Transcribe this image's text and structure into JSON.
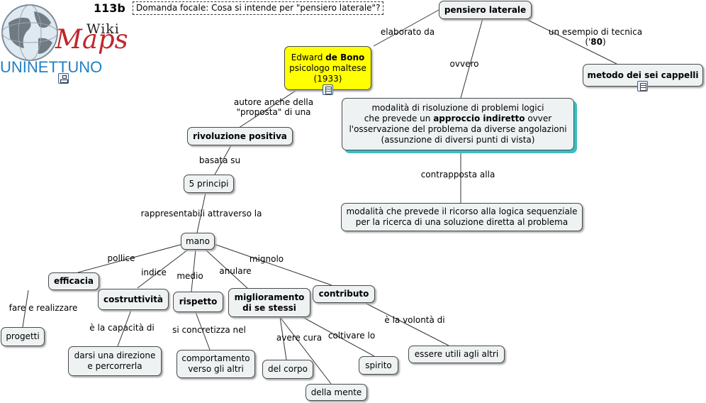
{
  "header": {
    "map_number": "113b",
    "focal_question": "Domanda focale: Cosa si intende per \"pensiero laterale\"?",
    "logo": {
      "wiki": "Wiki",
      "maps": "Maps",
      "university": "UNINETTUNO"
    }
  },
  "nodes": {
    "pensiero_laterale": "pensiero laterale",
    "edward_line1_pre": "Edward ",
    "edward_line1_bold": "de Bono",
    "edward_line2": "psicologo maltese",
    "edward_line3": "(1933)",
    "metodo": "metodo dei sei cappelli",
    "modalita_l1": "modalità di risoluzione di problemi logici",
    "modalita_l2_pre": "che prevede un ",
    "modalita_l2_bold": "approccio indiretto",
    "modalita_l2_post": " ovver",
    "modalita_l3": "l'osservazione del problema da diverse angolazioni",
    "modalita_l4": "(assunzione di diversi punti di vista)",
    "sequenziale_l1": "modalità che prevede il ricorso alla logica sequenziale",
    "sequenziale_l2": "per la ricerca di una soluzione diretta al problema",
    "rivoluzione": "rivoluzione positiva",
    "principi": "5 principi",
    "mano": "mano",
    "efficacia": "efficacia",
    "costruttivita": "costruttività",
    "rispetto": "rispetto",
    "miglioramento_l1": "miglioramento",
    "miglioramento_l2": "di se stessi",
    "contributo": "contributo",
    "progetti": "progetti",
    "darsi_l1": "darsi una direzione",
    "darsi_l2": "e percorrerla",
    "comportamento_l1": "comportamento",
    "comportamento_l2": "verso gli altri",
    "corpo": "del corpo",
    "mente": "della mente",
    "spirito": "spirito",
    "utili": "essere utili agli altri"
  },
  "links": {
    "elaborato_da": "elaborato da",
    "ovvero": "ovvero",
    "esempio_l1": "un esempio di tecnica",
    "esempio_l2_pre": "('",
    "esempio_l2_bold": "80",
    "esempio_l2_post": ")",
    "autore_l1": "autore anche della",
    "autore_l2": "\"proposta\" di una",
    "contrapposta": "contrapposta alla",
    "basata": "basata su",
    "rappresentabili": "rappresentabili attraverso la",
    "pollice": "pollice",
    "indice": "indice",
    "medio": "medio",
    "anulare": "anulare",
    "mignolo": "mignolo",
    "fare": "fare e realizzare",
    "capacita": "è la capacità di",
    "concretizza": "si concretizza nel",
    "avere_cura": "avere cura",
    "coltivare": "coltivare lo",
    "volonta": "è la volontà di"
  }
}
